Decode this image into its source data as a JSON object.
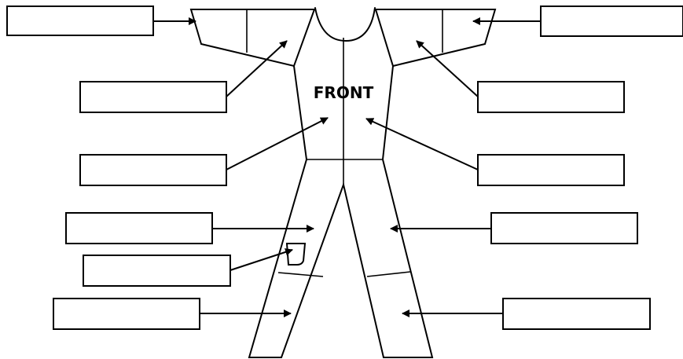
{
  "diagram": {
    "view_label": "FRONT",
    "label_boxes": [
      {
        "id": "right-sleeve-cuff",
        "text": ""
      },
      {
        "id": "left-sleeve-cuff",
        "text": ""
      },
      {
        "id": "right-sleeve-upper",
        "text": ""
      },
      {
        "id": "left-sleeve-upper",
        "text": ""
      },
      {
        "id": "right-chest",
        "text": ""
      },
      {
        "id": "left-chest",
        "text": ""
      },
      {
        "id": "right-thigh",
        "text": ""
      },
      {
        "id": "left-thigh",
        "text": ""
      },
      {
        "id": "pocket",
        "text": ""
      },
      {
        "id": "right-lower-leg",
        "text": ""
      },
      {
        "id": "left-lower-leg",
        "text": ""
      }
    ],
    "colors": {
      "stroke": "#000000",
      "background": "#ffffff"
    }
  }
}
